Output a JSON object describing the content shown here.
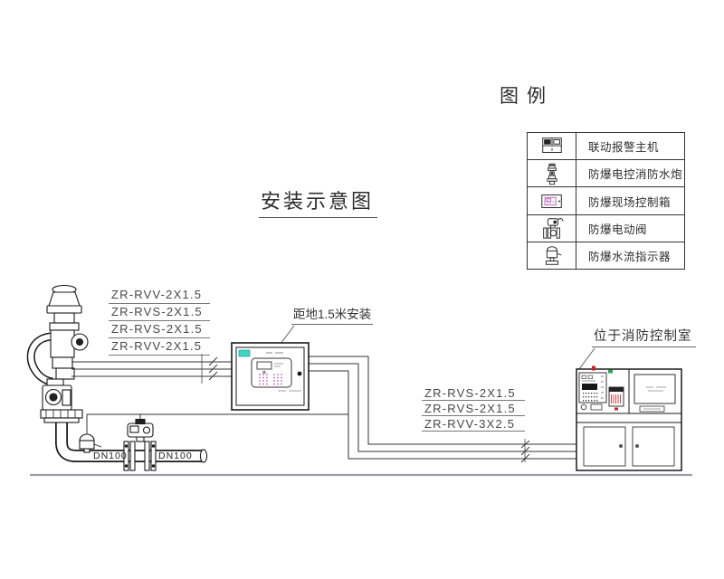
{
  "title": "安装示意图",
  "legend": {
    "title": "图例",
    "rows": [
      {
        "icon": "alarm-host-icon",
        "label": "联动报警主机"
      },
      {
        "icon": "water-cannon-icon",
        "label": "防爆电控消防水炮"
      },
      {
        "icon": "field-control-box-icon",
        "label": "防爆现场控制箱"
      },
      {
        "icon": "electric-valve-icon",
        "label": "防爆电动阀"
      },
      {
        "icon": "flow-indicator-icon",
        "label": "防爆水流指示器"
      }
    ]
  },
  "annotations": {
    "panel_mount": "距地1.5米安装",
    "cabinet_location": "位于消防控制室"
  },
  "cables": {
    "left": [
      "ZR-RVV-2X1.5",
      "ZR-RVS-2X1.5",
      "ZR-RVS-2X1.5",
      "ZR-RVV-2X1.5"
    ],
    "right": [
      "ZR-RVS-2X1.5",
      "ZR-RVS-2X1.5",
      "ZR-RVV-3X2.5"
    ]
  },
  "pipes": {
    "labels": [
      "DN100",
      "DN100"
    ]
  },
  "colors": {
    "line": "#1a1a1a",
    "wire": "#333333",
    "text": "#3c3c3c",
    "accent_cyan": "#3fd4c4",
    "accent_magenta": "#c25ec2",
    "accent_red": "#cc2222",
    "accent_green": "#2e9e4f",
    "ground": "#9aa0a6"
  }
}
